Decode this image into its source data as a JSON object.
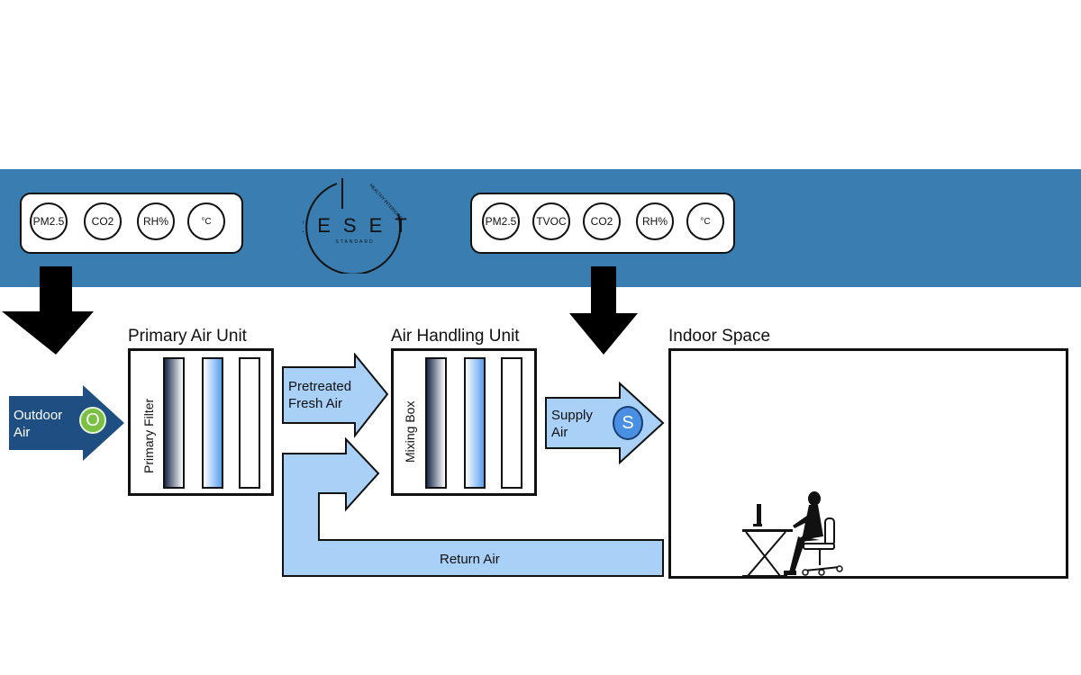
{
  "outdoor_monitor": {
    "sensors": [
      "PM2.5",
      "CO2",
      "RH%",
      "°C"
    ]
  },
  "indoor_monitor": {
    "sensors": [
      "PM2.5",
      "TVOC",
      "CO2",
      "RH%",
      "°C"
    ]
  },
  "logo": {
    "wordmark": "RESET",
    "tagline": "STANDARD",
    "arc_text": "HEALTHY INTERIORS"
  },
  "units": {
    "primary_air_unit": {
      "title": "Primary Air Unit",
      "filter_label": "Primary Filter"
    },
    "air_handling_unit": {
      "title": "Air Handling Unit",
      "box_label": "Mixing Box"
    },
    "indoor_space": {
      "title": "Indoor Space"
    }
  },
  "flows": {
    "outdoor_air": {
      "line1": "Outdoor",
      "line2": "Air",
      "badge": "O"
    },
    "pretreated_fresh_air": {
      "line1": "Pretreated",
      "line2": "Fresh Air"
    },
    "supply_air": {
      "line1": "Supply",
      "line2": "Air",
      "badge": "S"
    },
    "return_air": {
      "label": "Return Air"
    }
  },
  "colors": {
    "band": "#3a7db0",
    "outdoor_arrow": "#1f4f82",
    "light_arrow": "#a9d0f7",
    "outdoor_badge": "#79c043",
    "supply_badge": "#4a90e2"
  }
}
